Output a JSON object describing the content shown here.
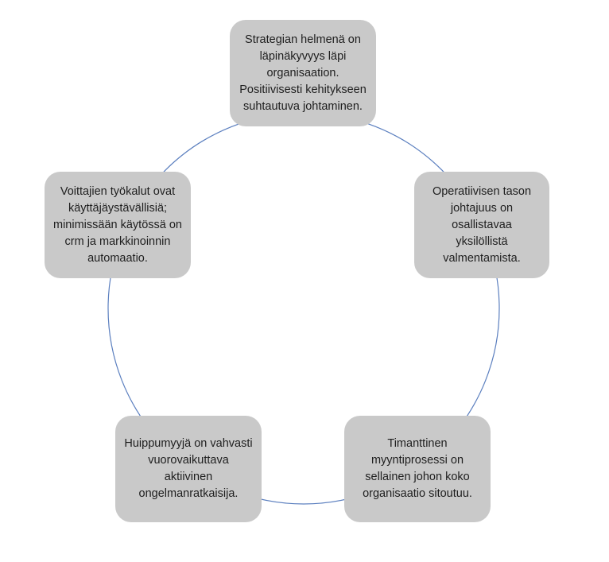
{
  "diagram": {
    "type": "cycle",
    "line_color": "#5b7fbf",
    "box_color": "#c9c9c9",
    "nodes": [
      {
        "text": "Strategian helmenä on\nläpinäkyvyys  läpi\norganisaation.\nPositiivisesti kehitykseen\nsuhtautuva johtaminen."
      },
      {
        "text": "Operatiivisen tason\njohtajuus on osallistavaa\nyksilöllistä\nvalmentamista."
      },
      {
        "text": "Timanttinen\nmyyntiprosessi on\nsellainen johon koko\norganisaatio sitoutuu."
      },
      {
        "text": "Huippumyyjä on vahvasti\nvuorovaikuttava\naktiivinen\nongelmanratkaisija."
      },
      {
        "text": "Voittajien työkalut ovat\nkäyttäjäystävällisiä;\nminimissään käytössä on\ncrm ja markkinoinnin\nautomaatio."
      }
    ]
  }
}
